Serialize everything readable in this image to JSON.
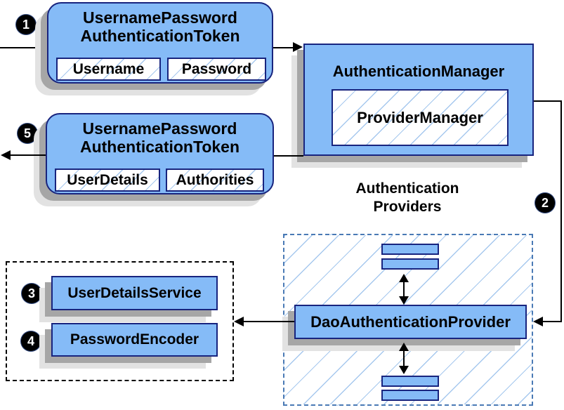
{
  "steps": {
    "one": "1",
    "two": "2",
    "three": "3",
    "four": "4",
    "five": "5"
  },
  "token_request": {
    "title_line1": "UsernamePassword",
    "title_line2": "AuthenticationToken",
    "field1": "Username",
    "field2": "Password"
  },
  "auth_manager": {
    "title": "AuthenticationManager",
    "inner": "ProviderManager"
  },
  "token_result": {
    "title_line1": "UsernamePassword",
    "title_line2": "AuthenticationToken",
    "field1": "UserDetails",
    "field2": "Authorities"
  },
  "providers": {
    "label_line1": "Authentication",
    "label_line2": "Providers",
    "main_provider": "DaoAuthenticationProvider"
  },
  "services": {
    "service1": "UserDetailsService",
    "service2": "PasswordEncoder"
  },
  "colors": {
    "node_fill": "#85bbf7",
    "node_border": "#18247e",
    "hatch_line": "#a6c8ee",
    "dashed_blue_border": "#4a7ab5",
    "shadow_dark": "#a6a6a6",
    "shadow_light": "#e2e2e2",
    "arrow": "#000000",
    "badge_bg": "#000000",
    "badge_text": "#ffffff"
  }
}
